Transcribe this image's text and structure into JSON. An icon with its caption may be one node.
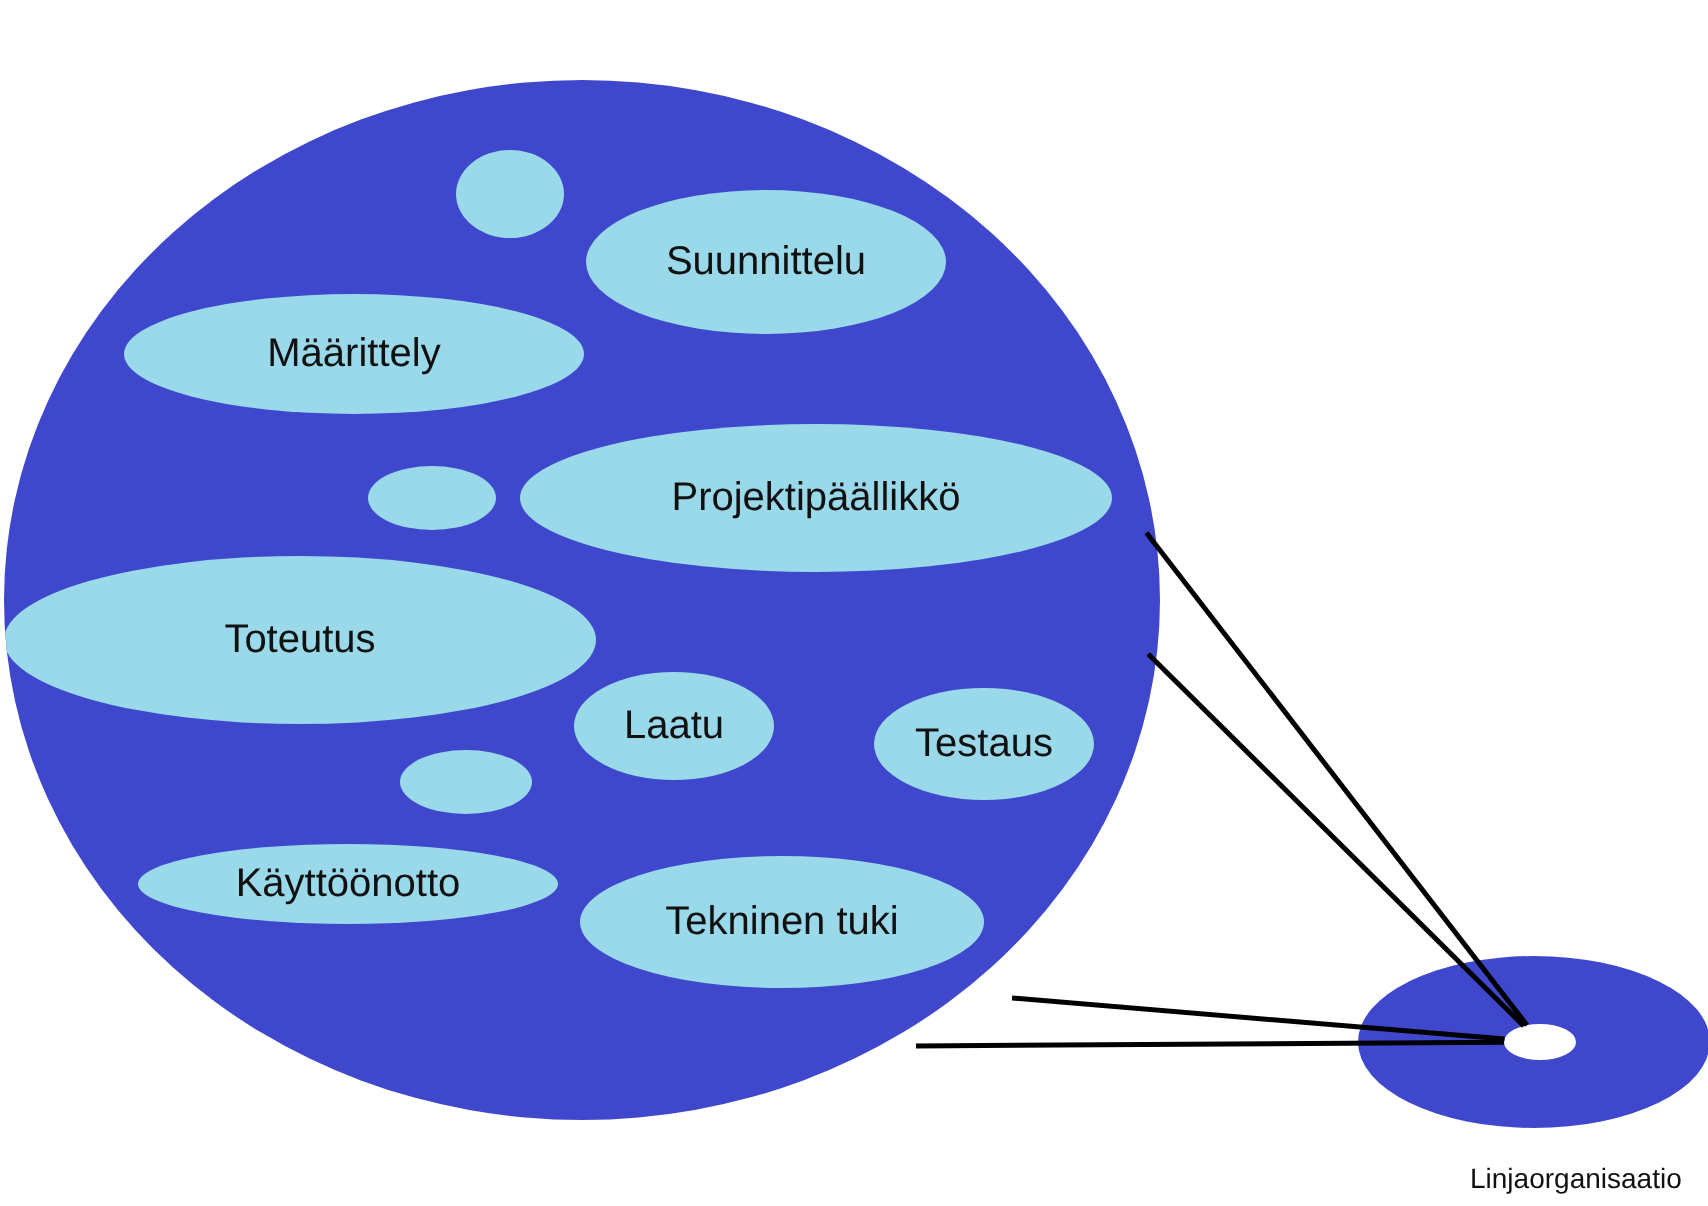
{
  "diagram": {
    "nodes": [
      {
        "text": [],
        "shape": "circle"
      },
      {
        "text": [],
        "shape": "circle",
        "in": 0
      },
      {
        "text": [
          "Suunnittelu"
        ],
        "in": 0
      },
      {
        "text": [
          "Määrittely"
        ],
        "in": 0
      },
      {
        "text": [],
        "shape": "circle",
        "in": 0
      },
      {
        "text": [
          "Projektipäällikkö"
        ],
        "in": 0
      },
      {
        "text": [
          "Toteutus"
        ],
        "in": 0
      },
      {
        "text": [
          "Laatu"
        ],
        "in": 0
      },
      {
        "text": [
          "Testaus"
        ],
        "in": 0
      },
      {
        "text": [],
        "shape": "circle",
        "in": 0
      },
      {
        "text": [
          "Käyttöönotto"
        ],
        "in": 0
      },
      {
        "text": [
          "Tekninen tuki"
        ],
        "in": 0
      },
      {
        "text": [],
        "shape": "circle",
        "beside": [
          "Linjaorganisaatio"
        ]
      },
      {
        "text": [],
        "shape": "circle",
        "in": 12
      }
    ],
    "edges": [
      {
        "from": 0,
        "to": 13,
        "arrow": "none"
      },
      {
        "from": 0,
        "to": 13,
        "arrow": "none"
      },
      {
        "from": null,
        "to": 13,
        "arrow": "none"
      },
      {
        "from": null,
        "to": 13,
        "arrow": "none"
      }
    ]
  }
}
